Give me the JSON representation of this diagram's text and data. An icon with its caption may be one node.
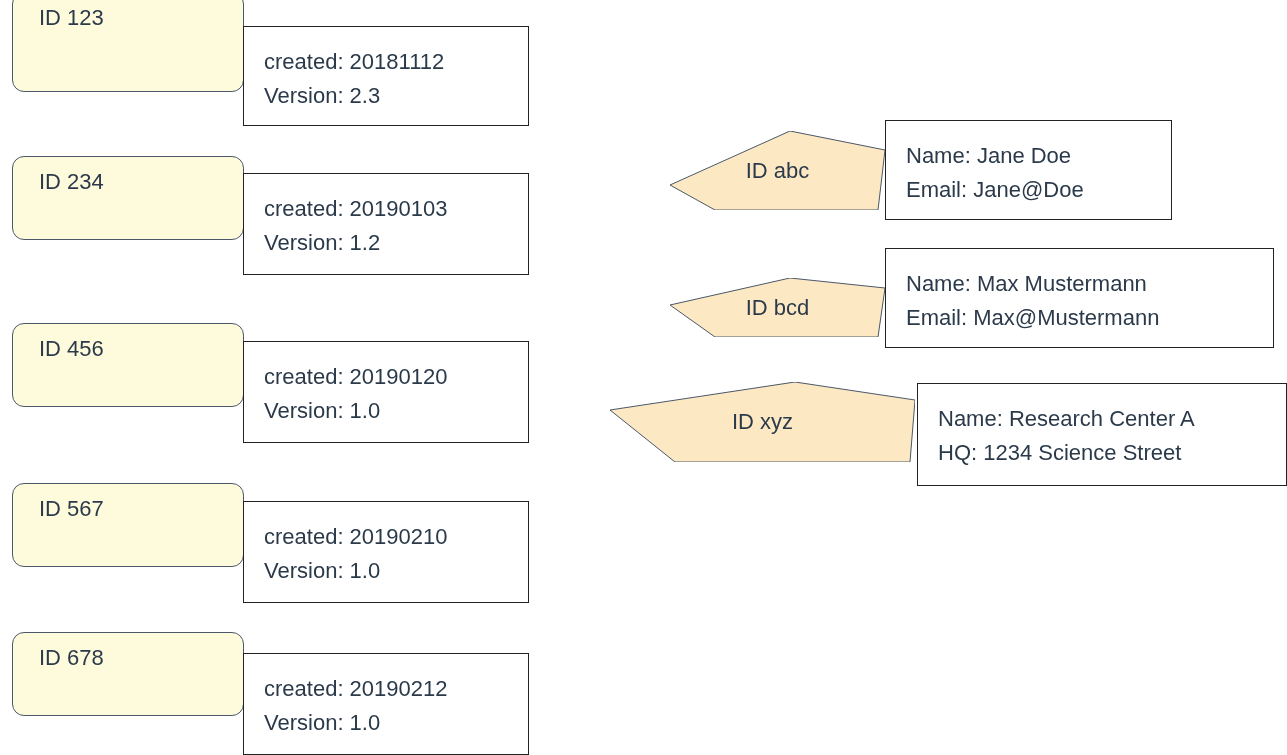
{
  "diagram": {
    "nodes": [
      {
        "text": [
          "ID 123"
        ]
      },
      {
        "text": [
          "created: 20181112",
          "Version: 2.3"
        ]
      },
      {
        "text": [
          "ID 234"
        ]
      },
      {
        "text": [
          "created: 20190103",
          "Version: 1.2"
        ]
      },
      {
        "text": [
          "ID 456"
        ]
      },
      {
        "text": [
          "created: 20190120",
          "Version: 1.0"
        ]
      },
      {
        "text": [
          "ID 567"
        ]
      },
      {
        "text": [
          "created: 20190210",
          "Version: 1.0"
        ]
      },
      {
        "text": [
          "ID 678"
        ]
      },
      {
        "text": [
          "created: 20190212",
          "Version: 1.0"
        ]
      },
      {
        "text": [
          "ID abc"
        ]
      },
      {
        "text": [
          "Name: Jane Doe",
          "Email: Jane@Doe"
        ]
      },
      {
        "text": [
          "ID bcd"
        ]
      },
      {
        "text": [
          "Name: Max Mustermann",
          "Email: Max@Mustermann"
        ]
      },
      {
        "text": [
          "ID xyz"
        ]
      },
      {
        "text": [
          "Name: Research Center A",
          "HQ: 1234 Science Street"
        ]
      }
    ]
  }
}
